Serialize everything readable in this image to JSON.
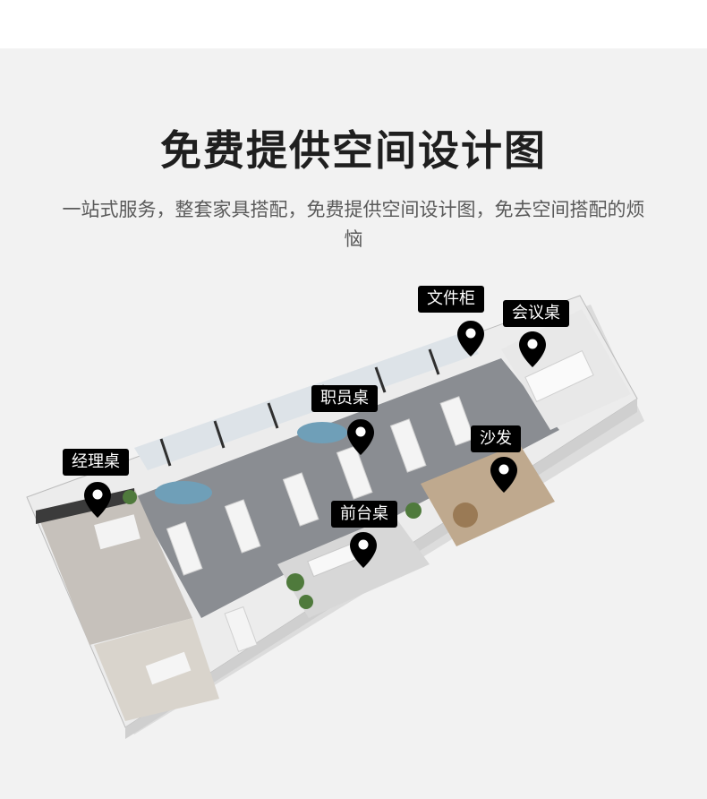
{
  "title": "免费提供空间设计图",
  "description": "一站式服务，整套家具搭配，免费提供空间设计图，免去空间搭配的烦恼",
  "labels": {
    "file_cabinet": "文件柜",
    "meeting_table": "会议桌",
    "staff_desk": "职员桌",
    "manager_desk": "经理桌",
    "sofa": "沙发",
    "reception_desk": "前台桌"
  },
  "colors": {
    "background": "#f2f2f2",
    "title": "#1f1f1f",
    "text": "#5a5a5a",
    "tag_bg": "#000000",
    "tag_text": "#ffffff",
    "floor": "#8a8d92",
    "sofa": "#6f9fb8",
    "plant": "#4f7a3c"
  },
  "icons": [
    "location-pin-icon"
  ]
}
